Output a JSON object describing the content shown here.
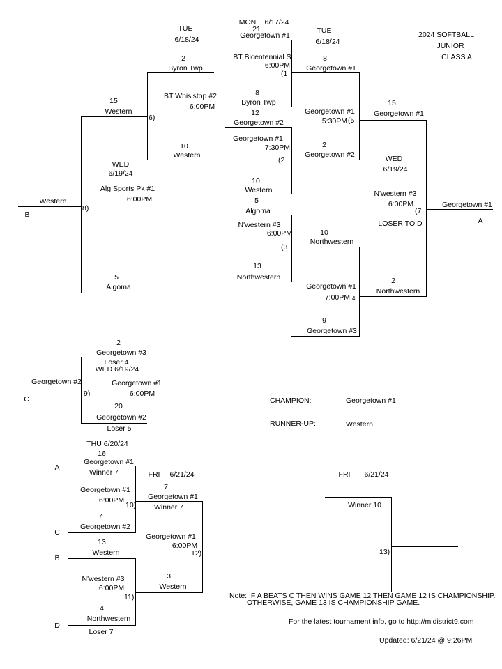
{
  "header": {
    "title1": "2024 SOFTBALL",
    "title2": "JUNIOR",
    "title3": "CLASS A"
  },
  "days": {
    "tue1_day": "TUE",
    "tue1_date": "6/18/24",
    "mon_day": "MON",
    "mon_date": "6/17/24",
    "tue2_day": "TUE",
    "tue2_date": "6/18/24",
    "wed_left_day": "WED",
    "wed_left_date": "6/19/24",
    "wed_right_day": "WED",
    "wed_right_date": "6/19/24",
    "wed_c": "WED  6/19/24",
    "thu": "THU   6/20/24",
    "fri_left_day": "FRI",
    "fri_left_date": "6/21/24",
    "fri_right_day": "FRI",
    "fri_right_date": "6/21/24"
  },
  "games": {
    "g1_site": "BT Bicentennial S",
    "g1_time": "6:00PM",
    "g1_num": "(1",
    "g2_site": "Georgetown #1",
    "g2_time": "7:30PM",
    "g2_num": "(2",
    "g3_site": "N'western #3",
    "g3_time": "6:00PM",
    "g3_num": "(3",
    "g4_site": "Georgetown #1",
    "g4_time": "7:00PM",
    "g4_num": "4",
    "g5_site": "Georgetown #1",
    "g5_time": "5:30PM",
    "g5_num": "(5",
    "g6_site": "BT Whis'stop #2",
    "g6_time": "6:00PM",
    "g6_num": "6)",
    "g7_site": "N'western #3",
    "g7_time": "6:00PM",
    "g7_num": "(7",
    "g7_note": "LOSER TO D",
    "g8_site": "Alg Sports Pk #1",
    "g8_time": "6:00PM",
    "g8_num": "8)",
    "g9_site": "Georgetown #1",
    "g9_time": "6:00PM",
    "g9_num": "9)",
    "g10_site": "Georgetown #1",
    "g10_time": "6:00PM",
    "g10_num": "10)",
    "g11_site": "N'western #3",
    "g11_time": "6:00PM",
    "g11_num": "11)",
    "g12_site": "Georgetown #1",
    "g12_time": "6:00PM",
    "g12_num": "12)",
    "g13_num": "13)"
  },
  "teams": {
    "g1_top_score": "21",
    "g1_top": "Georgetown #1",
    "g1_bot_score": "8",
    "g1_bot": "Byron Twp",
    "g2_top_score": "12",
    "g2_top": "Georgetown #2",
    "g2_bot_score": "10",
    "g2_bot": "Western",
    "g3_top_score": "5",
    "g3_top": "Algoma",
    "g3_bot_score": "13",
    "g3_bot": "Northwestern",
    "g4_bot_score": "9",
    "g4_bot": "Georgetown #3",
    "w1_score": "8",
    "w1": "Georgetown #1",
    "w2_score": "2",
    "w2": "Georgetown #2",
    "w3_score": "10",
    "w3": "Northwestern",
    "w4_score": "2",
    "w4": "Northwestern",
    "w5_score": "15",
    "w5": "Georgetown #1",
    "g6_top_score": "2",
    "g6_top": "Byron Twp",
    "g6_bot_score": "10",
    "g6_bot": "Western",
    "w6_score": "15",
    "w6": "Western",
    "g8_bot_score": "5",
    "g8_bot": "Algoma",
    "w8": "Western",
    "w8_label": "B",
    "w7": "Georgetown #1",
    "w7_label": "A",
    "g9_top_score": "2",
    "g9_top": "Georgetown #3",
    "g9_top_sub": "Loser 4",
    "g9_bot_score": "20",
    "g9_bot": "Georgetown #2",
    "g9_bot_sub": "Loser 5",
    "w9": "Georgetown #2",
    "w9_label": "C",
    "g10_top_label": "A",
    "g10_top_score": "16",
    "g10_top": "Georgetown #1",
    "g10_top_sub": "Winner 7",
    "g10_bot_label": "C",
    "g10_bot_score": "7",
    "g10_bot": "Georgetown #2",
    "g11_top_label": "B",
    "g11_top_score": "13",
    "g11_top": "Western",
    "g11_bot_label": "D",
    "g11_bot_score": "4",
    "g11_bot": "Northwestern",
    "g11_bot_sub": "Loser 7",
    "w10_score": "7",
    "w10": "Georgetown #1",
    "w10_sub": "Winner 7",
    "w11_score": "3",
    "w11": "Western",
    "g13_top": "Winner 10"
  },
  "results": {
    "champion_label": "CHAMPION:",
    "champion": "Georgetown #1",
    "runnerup_label": "RUNNER-UP:",
    "runnerup": "Western"
  },
  "footer": {
    "note1": "Note: IF A BEATS C THEN WINS GAME 12 THEN GAME 12 IS CHAMPIONSHIP.",
    "note2": "OTHERWISE, GAME 13 IS CHAMPIONSHIP GAME.",
    "info": "For the latest tournament info, go to  http://midistrict9.com",
    "updated": "Updated:  6/21/24 @  9:26PM"
  }
}
